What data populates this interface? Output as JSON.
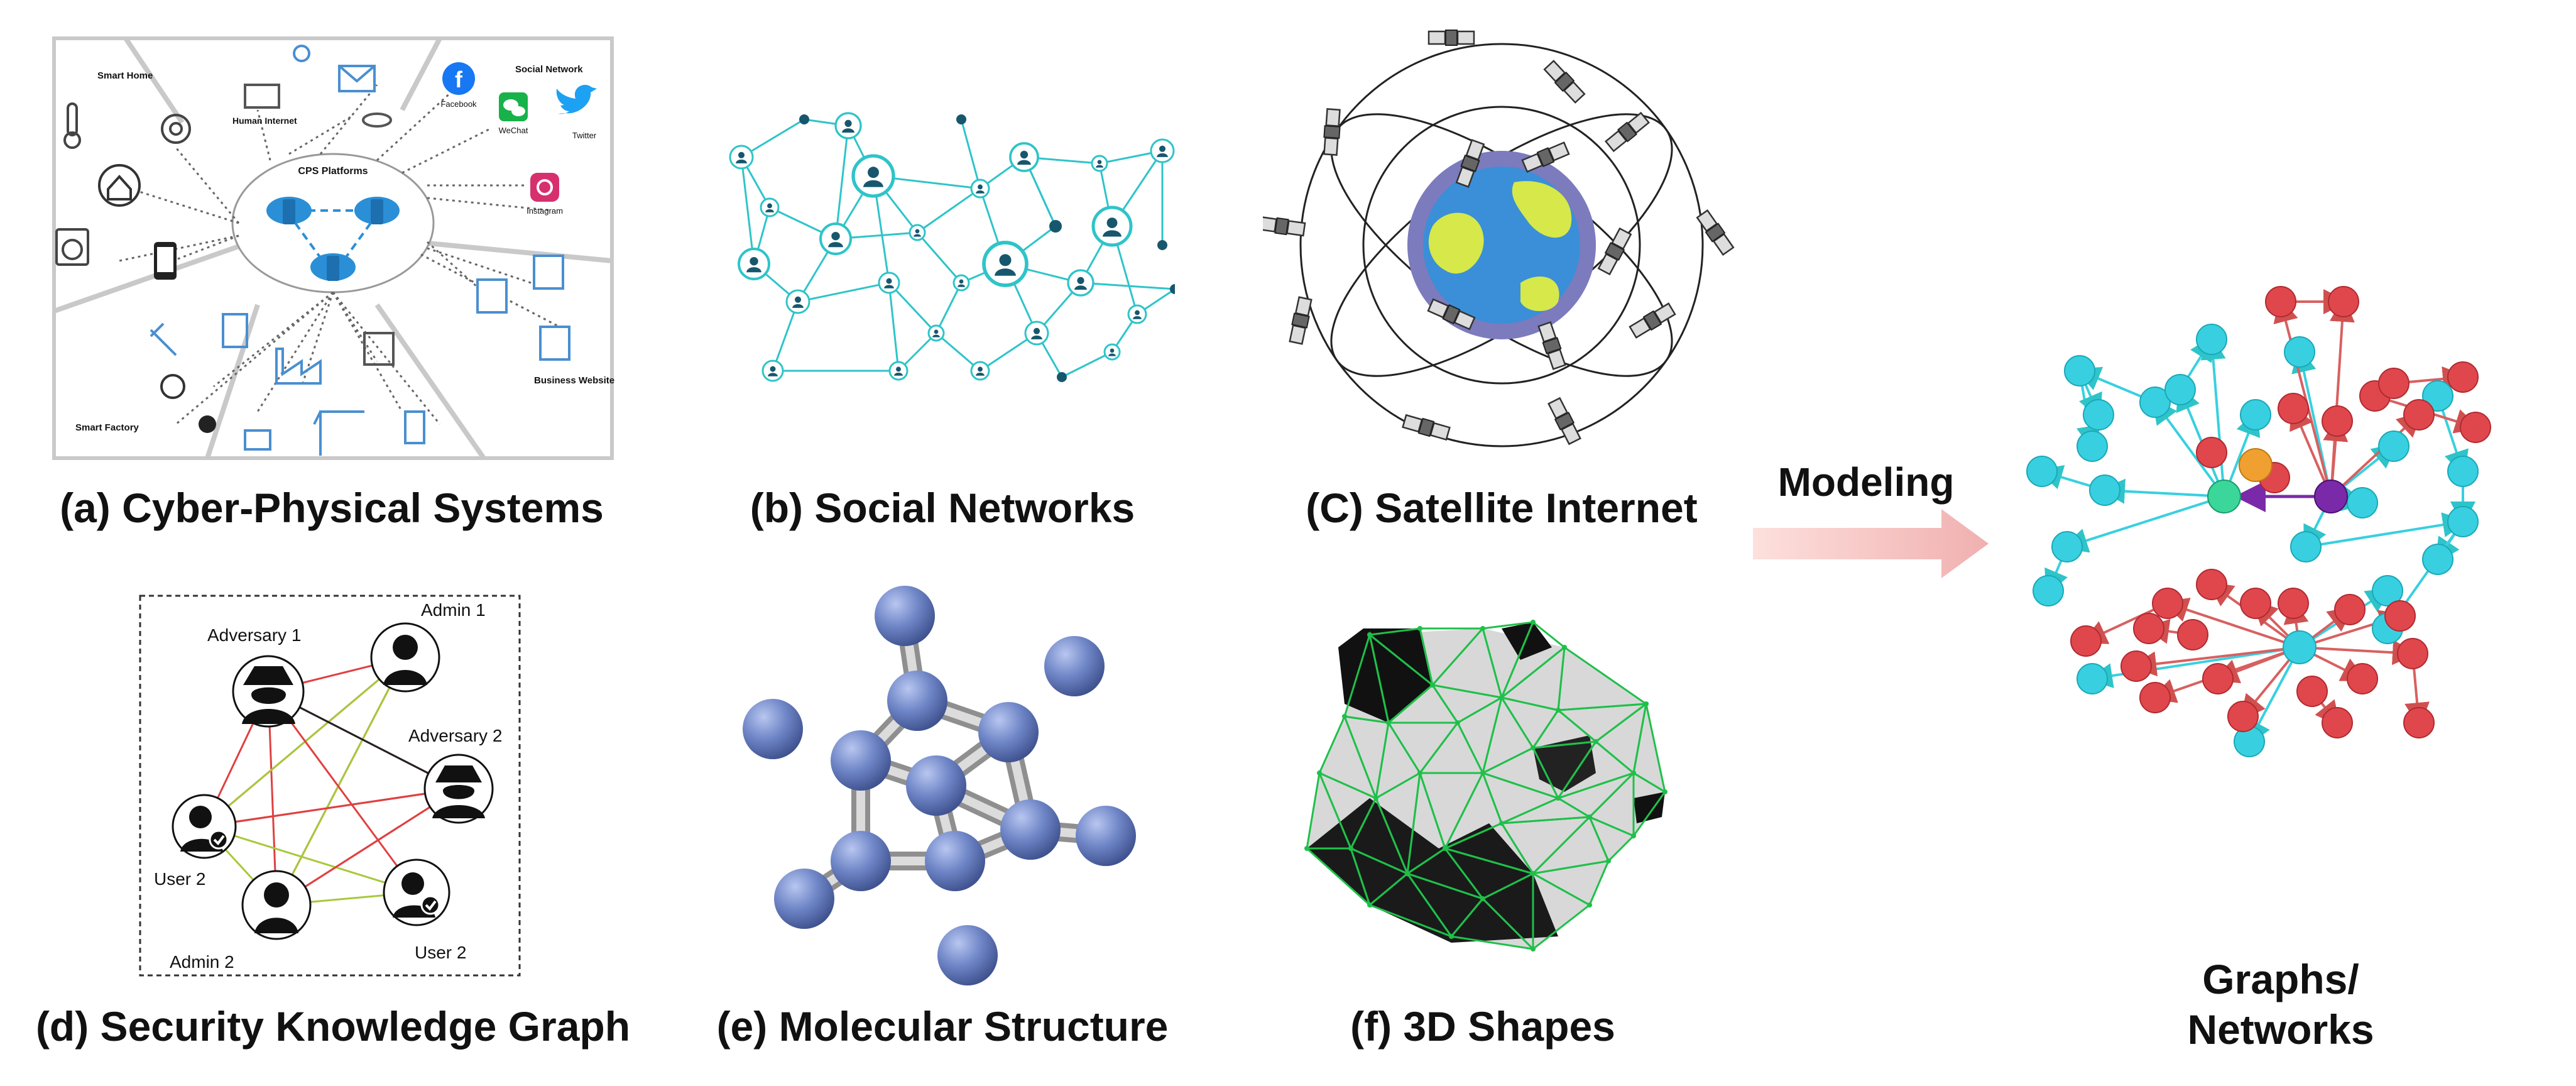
{
  "captions": {
    "a": "(a) Cyber-Physical Systems",
    "b": "(b) Social Networks",
    "c": "(C) Satellite Internet",
    "d": "(d) Security Knowledge Graph",
    "e": "(e) Molecular Structure",
    "f": "(f) 3D Shapes",
    "modeling": "Modeling",
    "graphs_line1": "Graphs/",
    "graphs_line2": "Networks"
  },
  "cps": {
    "smart_home": "Smart Home",
    "human_internet": "Human Internet",
    "social_network": "Social Network",
    "cps_platforms": "CPS Platforms",
    "business_website": "Business Website",
    "smart_factory": "Smart Factory",
    "facebook": "Facebook",
    "wechat": "WeChat",
    "twitter": "Twitter",
    "instagram": "Instagram"
  },
  "security": {
    "adversary1": "Adversary 1",
    "adversary2": "Adversary 2",
    "admin1": "Admin 1",
    "admin2": "Admin 2",
    "user2_left": "User 2",
    "user2_right": "User 2"
  },
  "colors": {
    "teal": "#2ec4c9",
    "cyan_node": "#38d0e0",
    "red_node": "#e0474c",
    "orange_node": "#f0a030",
    "purple_node": "#7a2aa8",
    "green_node": "#3ad69a",
    "molecule": "#6f86c7",
    "arrow": "#f2b8b8",
    "mesh": "#1fc04a"
  }
}
